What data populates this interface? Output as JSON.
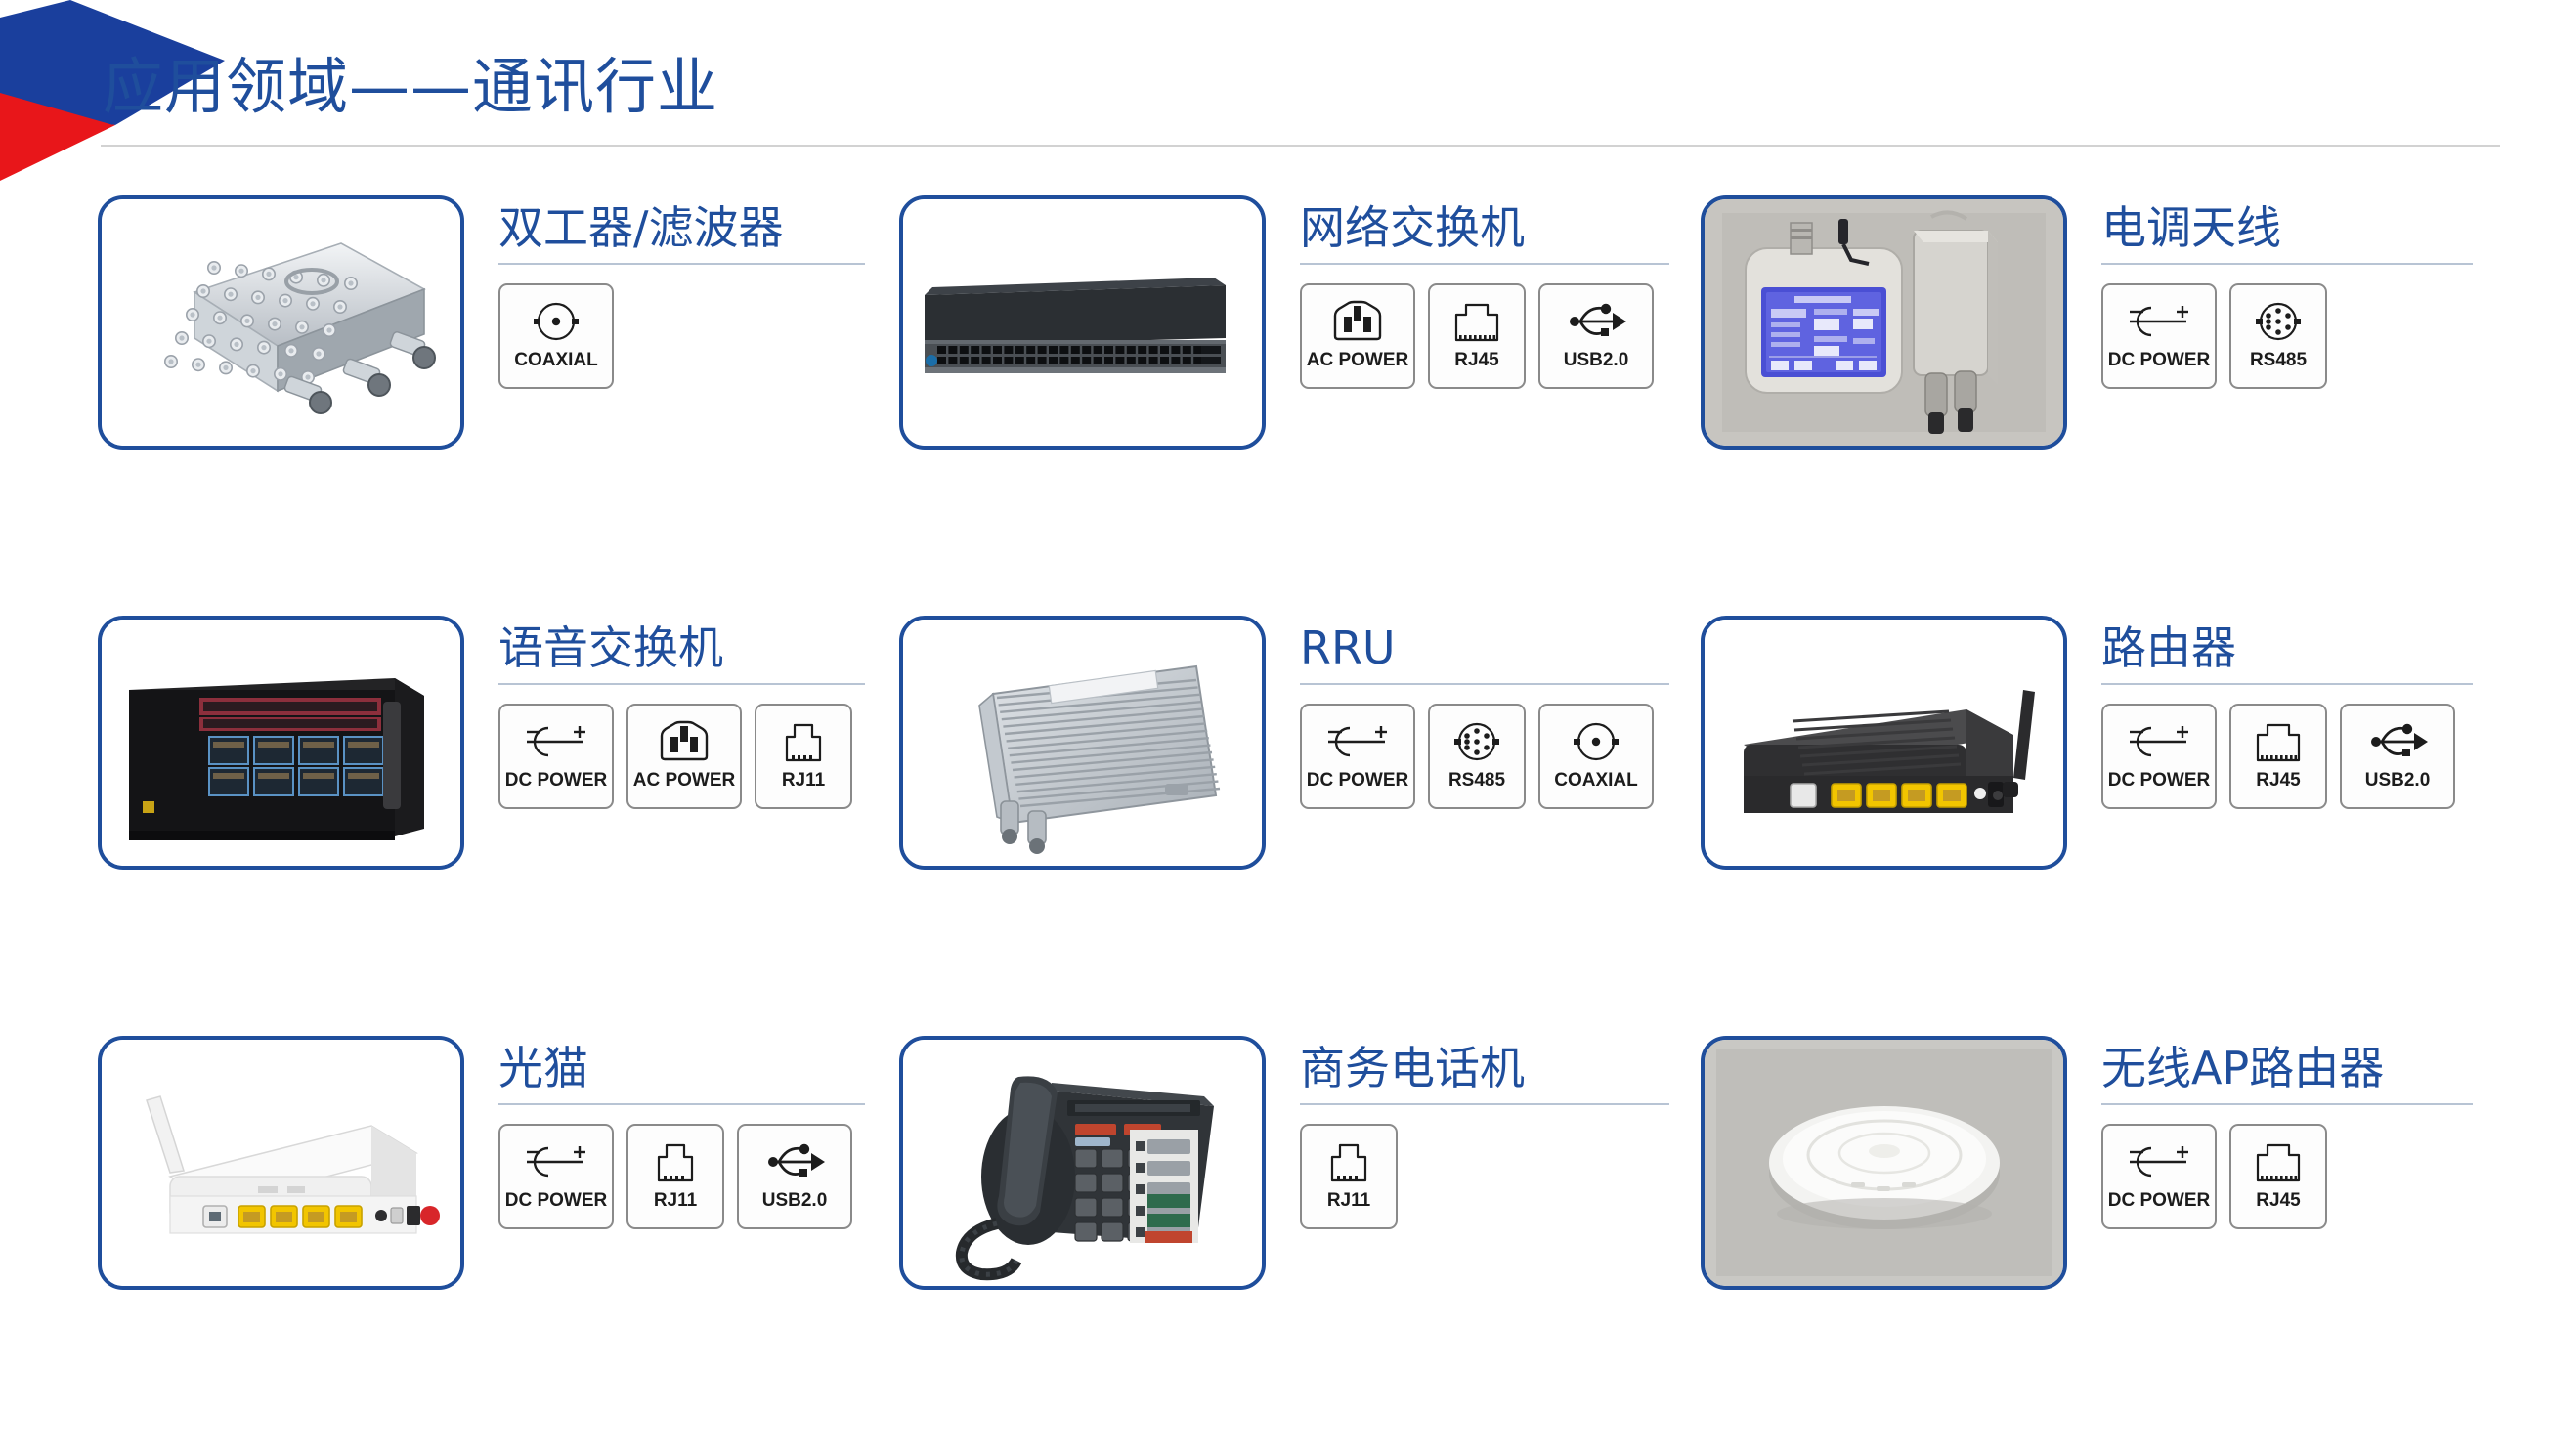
{
  "header": {
    "title": "应用领域——通讯行业",
    "accent_blue": "#1f4e9c",
    "accent_red": "#e8161a",
    "deco_icon": "double-chevron-deco-icon"
  },
  "connector_catalog": {
    "COAXIAL": {
      "label": "COAXIAL",
      "icon": "coaxial-connector-icon",
      "width": "wide"
    },
    "AC POWER": {
      "label": "AC POWER",
      "icon": "ac-power-connector-icon",
      "width": "wide"
    },
    "DC POWER": {
      "label": "DC POWER",
      "icon": "dc-power-connector-icon",
      "width": "wide"
    },
    "RJ45": {
      "label": "RJ45",
      "icon": "rj45-connector-icon",
      "width": "narrow"
    },
    "RJ11": {
      "label": "RJ11",
      "icon": "rj11-connector-icon",
      "width": "narrow"
    },
    "USB2.0": {
      "label": "USB2.0",
      "icon": "usb2-connector-icon",
      "width": "wide"
    },
    "RS485": {
      "label": "RS485",
      "icon": "rs485-connector-icon",
      "width": "narrow"
    }
  },
  "cards": [
    {
      "name": "双工器/滤波器",
      "photo": "cavity-filter-photo",
      "connectors": [
        "COAXIAL"
      ]
    },
    {
      "name": "网络交换机",
      "photo": "rack-network-switch-photo",
      "connectors": [
        "AC POWER",
        "RJ45",
        "USB2.0"
      ]
    },
    {
      "name": "电调天线",
      "photo": "ret-antenna-controller-photo",
      "connectors": [
        "DC POWER",
        "RS485"
      ]
    },
    {
      "name": "语音交换机",
      "photo": "voice-switch-chassis-photo",
      "connectors": [
        "DC POWER",
        "AC POWER",
        "RJ11"
      ]
    },
    {
      "name": "RRU",
      "photo": "rru-remote-radio-unit-photo",
      "connectors": [
        "DC POWER",
        "RS485",
        "COAXIAL"
      ]
    },
    {
      "name": "路由器",
      "photo": "desktop-router-photo",
      "connectors": [
        "DC POWER",
        "RJ45",
        "USB2.0"
      ]
    },
    {
      "name": "光猫",
      "photo": "optical-modem-ont-photo",
      "connectors": [
        "DC POWER",
        "RJ11",
        "USB2.0"
      ]
    },
    {
      "name": "商务电话机",
      "photo": "business-telephone-photo",
      "connectors": [
        "RJ11"
      ]
    },
    {
      "name": "无线AP路由器",
      "photo": "wireless-ap-router-photo",
      "connectors": [
        "DC POWER",
        "RJ45"
      ]
    }
  ]
}
